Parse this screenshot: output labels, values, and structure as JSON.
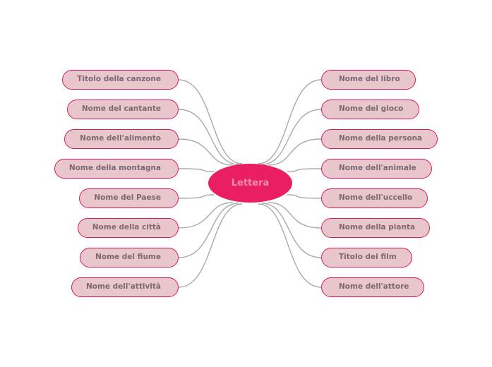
{
  "colors": {
    "central_fill": "#e91e63",
    "central_text": "#f48fb1",
    "node_fill": "#e8c6cc",
    "node_border": "#d81b60",
    "node_text": "#7a6a70",
    "connector": "#a9a9a9"
  },
  "central": {
    "label": "Lettera"
  },
  "left_branches": [
    {
      "label": "Titolo della canzone"
    },
    {
      "label": "Nome del cantante"
    },
    {
      "label": "Nome dell'alimento"
    },
    {
      "label": "Nome della montagna"
    },
    {
      "label": "Nome del Paese"
    },
    {
      "label": "Nome della città"
    },
    {
      "label": "Nome del fiume"
    },
    {
      "label": "Nome dell'attività"
    }
  ],
  "right_branches": [
    {
      "label": "Nome del libro"
    },
    {
      "label": "Nome del gioco"
    },
    {
      "label": "Nome della persona"
    },
    {
      "label": "Nome dell'animale"
    },
    {
      "label": "Nome dell'uccello"
    },
    {
      "label": "Nome della pianta"
    },
    {
      "label": "Titolo del film"
    },
    {
      "label": "Nome dell'attore"
    }
  ]
}
